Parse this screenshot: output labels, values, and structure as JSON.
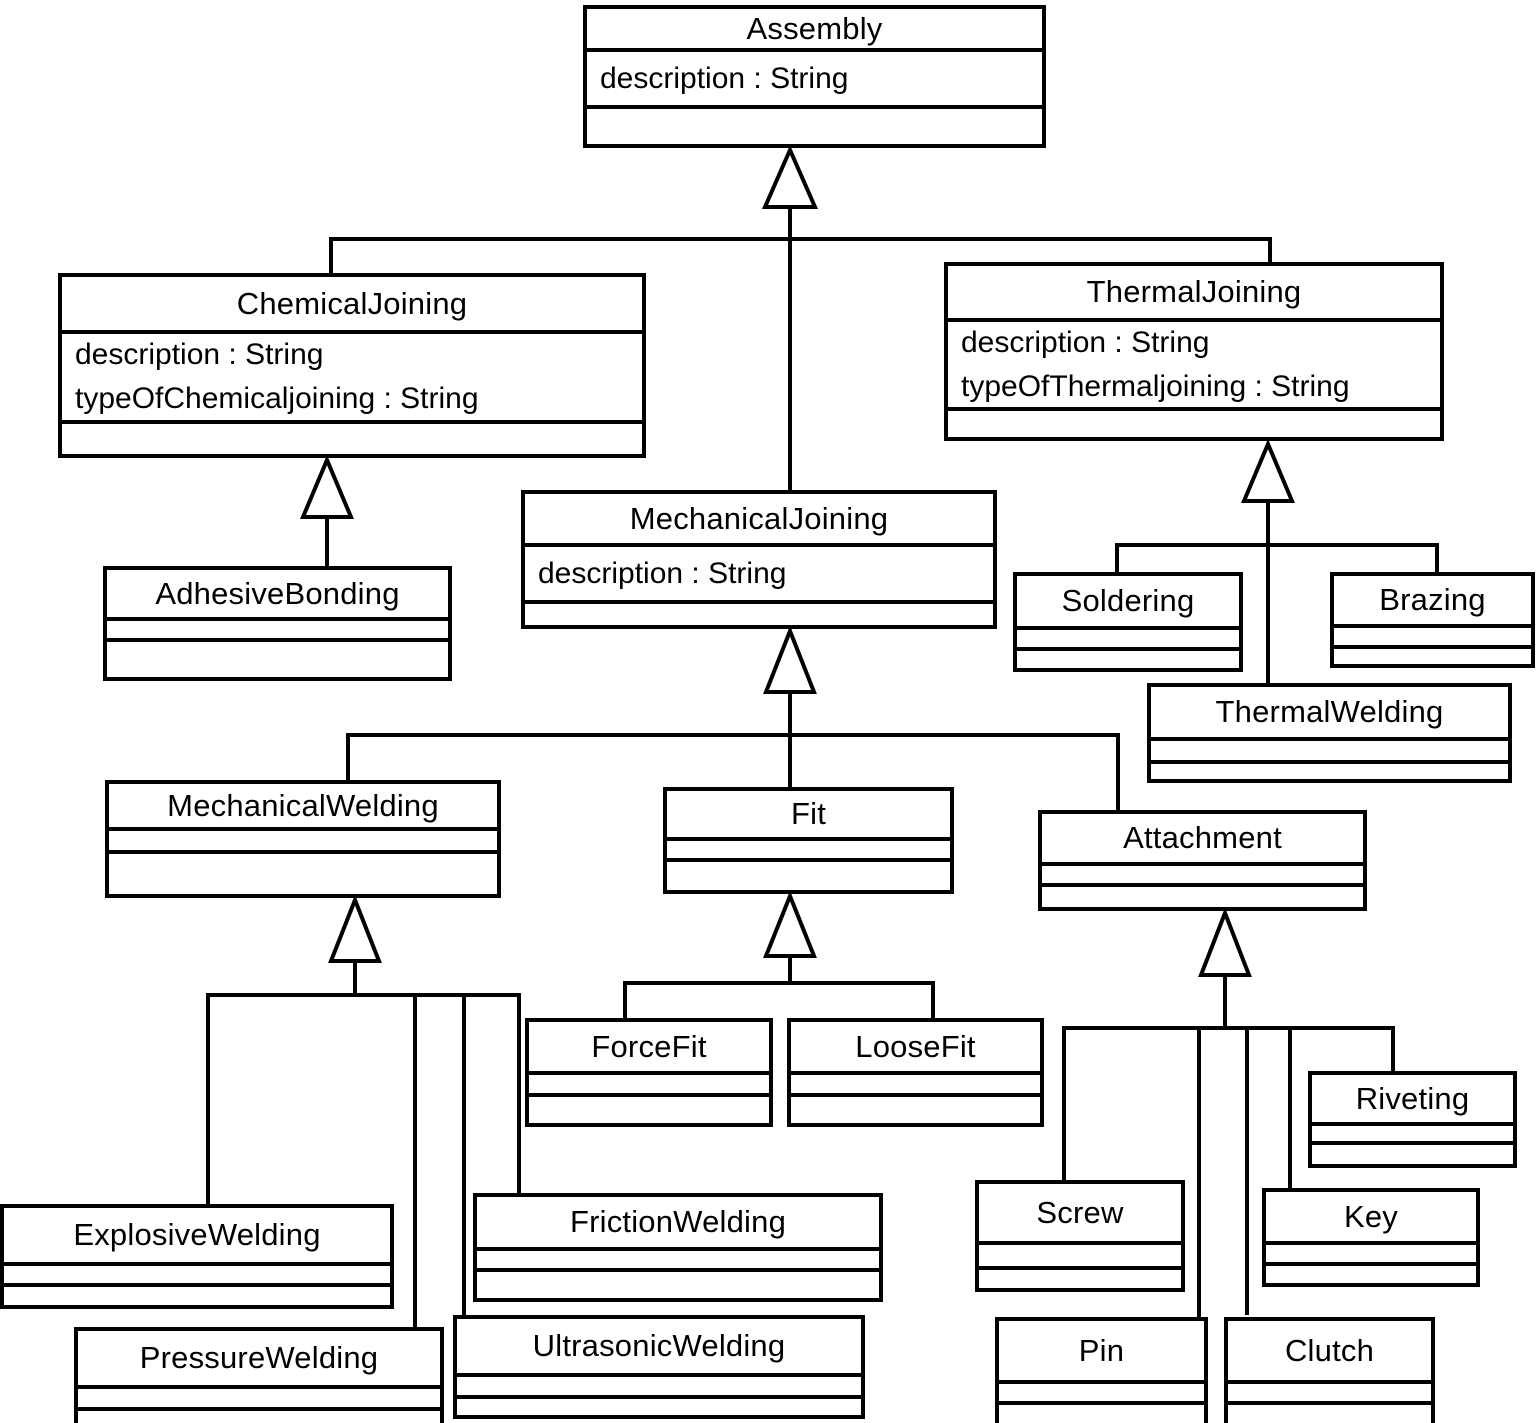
{
  "diagram": {
    "type": "uml-class-diagram",
    "colors": {
      "stroke": "#000000",
      "background": "#ffffff",
      "text": "#000000"
    }
  },
  "classes": {
    "assembly": {
      "name": "Assembly",
      "attributes": [
        "description : String"
      ]
    },
    "chemicalJoining": {
      "name": "ChemicalJoining",
      "attributes": [
        "description : String",
        "typeOfChemicaljoining : String"
      ]
    },
    "thermalJoining": {
      "name": "ThermalJoining",
      "attributes": [
        "description : String",
        "typeOfThermaljoining : String"
      ]
    },
    "mechanicalJoining": {
      "name": "MechanicalJoining",
      "attributes": [
        "description : String"
      ]
    },
    "adhesiveBonding": {
      "name": "AdhesiveBonding",
      "attributes": []
    },
    "soldering": {
      "name": "Soldering",
      "attributes": []
    },
    "brazing": {
      "name": "Brazing",
      "attributes": []
    },
    "thermalWelding": {
      "name": "ThermalWelding",
      "attributes": []
    },
    "mechanicalWelding": {
      "name": "MechanicalWelding",
      "attributes": []
    },
    "fit": {
      "name": "Fit",
      "attributes": []
    },
    "attachment": {
      "name": "Attachment",
      "attributes": []
    },
    "forceFit": {
      "name": "ForceFit",
      "attributes": []
    },
    "looseFit": {
      "name": "LooseFit",
      "attributes": []
    },
    "explosiveWelding": {
      "name": "ExplosiveWelding",
      "attributes": []
    },
    "frictionWelding": {
      "name": "FrictionWelding",
      "attributes": []
    },
    "pressureWelding": {
      "name": "PressureWelding",
      "attributes": []
    },
    "ultrasonicWelding": {
      "name": "UltrasonicWelding",
      "attributes": []
    },
    "screw": {
      "name": "Screw",
      "attributes": []
    },
    "riveting": {
      "name": "Riveting",
      "attributes": []
    },
    "key": {
      "name": "Key",
      "attributes": []
    },
    "pin": {
      "name": "Pin",
      "attributes": []
    },
    "clutch": {
      "name": "Clutch",
      "attributes": []
    }
  },
  "relations": [
    {
      "from": "ChemicalJoining",
      "to": "Assembly",
      "type": "generalization"
    },
    {
      "from": "MechanicalJoining",
      "to": "Assembly",
      "type": "generalization"
    },
    {
      "from": "ThermalJoining",
      "to": "Assembly",
      "type": "generalization"
    },
    {
      "from": "AdhesiveBonding",
      "to": "ChemicalJoining",
      "type": "generalization"
    },
    {
      "from": "Soldering",
      "to": "ThermalJoining",
      "type": "generalization"
    },
    {
      "from": "Brazing",
      "to": "ThermalJoining",
      "type": "generalization"
    },
    {
      "from": "ThermalWelding",
      "to": "ThermalJoining",
      "type": "generalization"
    },
    {
      "from": "MechanicalWelding",
      "to": "MechanicalJoining",
      "type": "generalization"
    },
    {
      "from": "Fit",
      "to": "MechanicalJoining",
      "type": "generalization"
    },
    {
      "from": "Attachment",
      "to": "MechanicalJoining",
      "type": "generalization"
    },
    {
      "from": "ExplosiveWelding",
      "to": "MechanicalWelding",
      "type": "generalization"
    },
    {
      "from": "PressureWelding",
      "to": "MechanicalWelding",
      "type": "generalization"
    },
    {
      "from": "UltrasonicWelding",
      "to": "MechanicalWelding",
      "type": "generalization"
    },
    {
      "from": "FrictionWelding",
      "to": "MechanicalWelding",
      "type": "generalization"
    },
    {
      "from": "ForceFit",
      "to": "Fit",
      "type": "generalization"
    },
    {
      "from": "LooseFit",
      "to": "Fit",
      "type": "generalization"
    },
    {
      "from": "Screw",
      "to": "Attachment",
      "type": "generalization"
    },
    {
      "from": "Pin",
      "to": "Attachment",
      "type": "generalization"
    },
    {
      "from": "Clutch",
      "to": "Attachment",
      "type": "generalization"
    },
    {
      "from": "Key",
      "to": "Attachment",
      "type": "generalization"
    },
    {
      "from": "Riveting",
      "to": "Attachment",
      "type": "generalization"
    }
  ]
}
